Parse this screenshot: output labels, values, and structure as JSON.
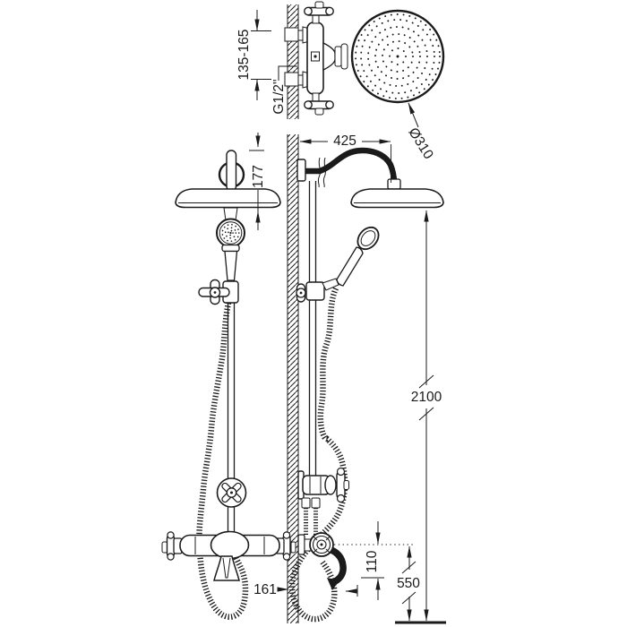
{
  "drawing": {
    "type": "technical-dimension-drawing",
    "subject": "wall-mounted shower column with thermostatic mixer, overhead shower and handshower",
    "views": {
      "top": "top view of thermostatic mixer and shower head",
      "front": "front view of shower column",
      "side": "side view of shower column on wall"
    }
  },
  "colors": {
    "line": "#1b1b1b",
    "background": "#ffffff"
  },
  "dims": {
    "mount_spacing": {
      "label": "135-165"
    },
    "thread_size": {
      "label": "G1/2\""
    },
    "arm_projection": {
      "label": "425"
    },
    "head_diameter": {
      "label": "Ø310"
    },
    "head_height": {
      "label": "177"
    },
    "total_height": {
      "label": "2100"
    },
    "outlet_to_floor": {
      "label": "550"
    },
    "spout_drop": {
      "label": "110"
    },
    "spout_projection": {
      "label": "161"
    }
  }
}
